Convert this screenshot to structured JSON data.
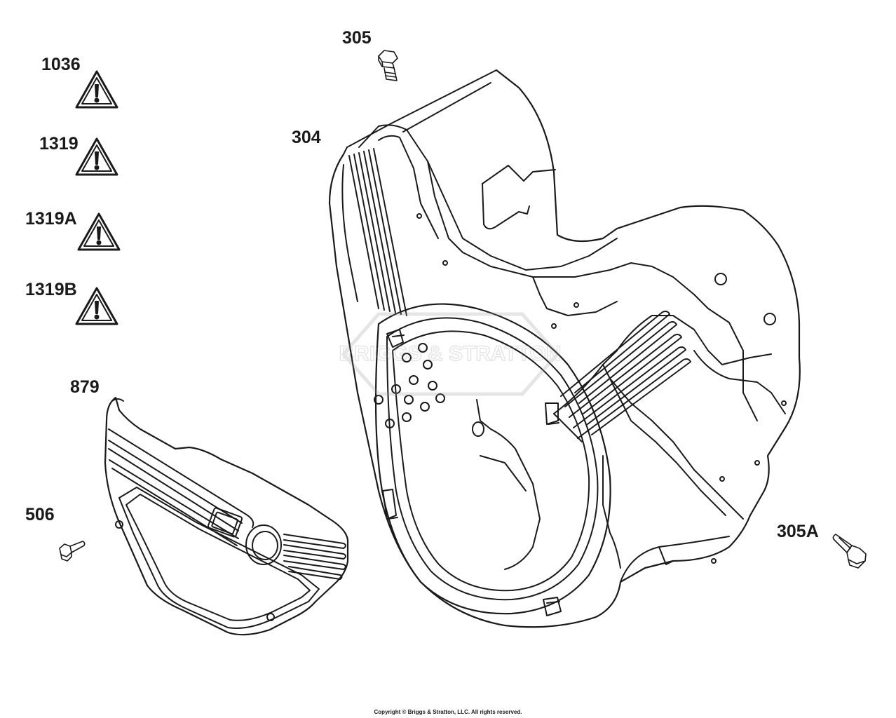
{
  "callouts": {
    "p1036": "1036",
    "p1319": "1319",
    "p1319a": "1319A",
    "p1319b": "1319B",
    "p879": "879",
    "p506": "506",
    "p305": "305",
    "p304": "304",
    "p305a": "305A"
  },
  "footer": {
    "copyright": "Copyright © Briggs & Stratton, LLC. All rights reserved."
  },
  "watermark": {
    "text": "BRIGGS & STRATTON"
  },
  "colors": {
    "line": "#1a1a1a",
    "background": "#ffffff"
  }
}
